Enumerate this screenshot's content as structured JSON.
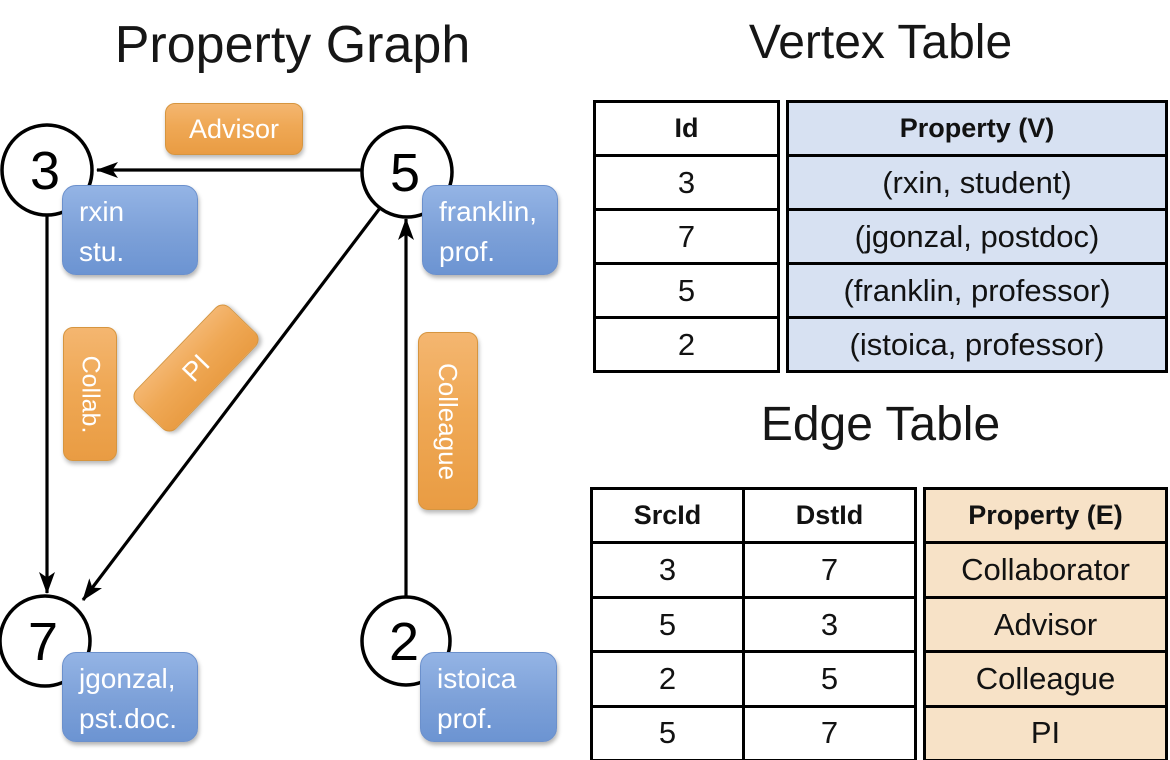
{
  "graph": {
    "title": "Property Graph",
    "nodes": [
      {
        "id": "3",
        "line1": "rxin",
        "line2": "stu."
      },
      {
        "id": "5",
        "line1": "franklin,",
        "line2": "prof."
      },
      {
        "id": "7",
        "line1": "jgonzal,",
        "line2": "pst.doc."
      },
      {
        "id": "2",
        "line1": "istoica",
        "line2": "prof."
      }
    ],
    "edge_labels": {
      "advisor": "Advisor",
      "collab": "Collab.",
      "pi": "PI",
      "colleague": "Colleague"
    }
  },
  "vertex_table": {
    "title": "Vertex Table",
    "headers": {
      "id": "Id",
      "property": "Property (V)"
    },
    "rows": [
      {
        "id": "3",
        "property": "(rxin, student)"
      },
      {
        "id": "7",
        "property": "(jgonzal, postdoc)"
      },
      {
        "id": "5",
        "property": "(franklin, professor)"
      },
      {
        "id": "2",
        "property": "(istoica, professor)"
      }
    ]
  },
  "edge_table": {
    "title": "Edge Table",
    "headers": {
      "src": "SrcId",
      "dst": "DstId",
      "property": "Property (E)"
    },
    "rows": [
      {
        "src": "3",
        "dst": "7",
        "property": "Collaborator"
      },
      {
        "src": "5",
        "dst": "3",
        "property": "Advisor"
      },
      {
        "src": "2",
        "dst": "5",
        "property": "Colleague"
      },
      {
        "src": "5",
        "dst": "7",
        "property": "PI"
      }
    ]
  },
  "colors": {
    "edge_label_orange_top": "#F4B670",
    "edge_label_orange_bottom": "#E99C43",
    "edge_label_border": "#D6953F",
    "node_box_blue_top": "#94B4E5",
    "node_box_blue_bottom": "#6C94D2",
    "vertex_property_fill": "#D7E1F2",
    "edge_property_fill": "#F7E2C7",
    "line_and_border": "#000000",
    "label_text": "#FFFFFF"
  }
}
